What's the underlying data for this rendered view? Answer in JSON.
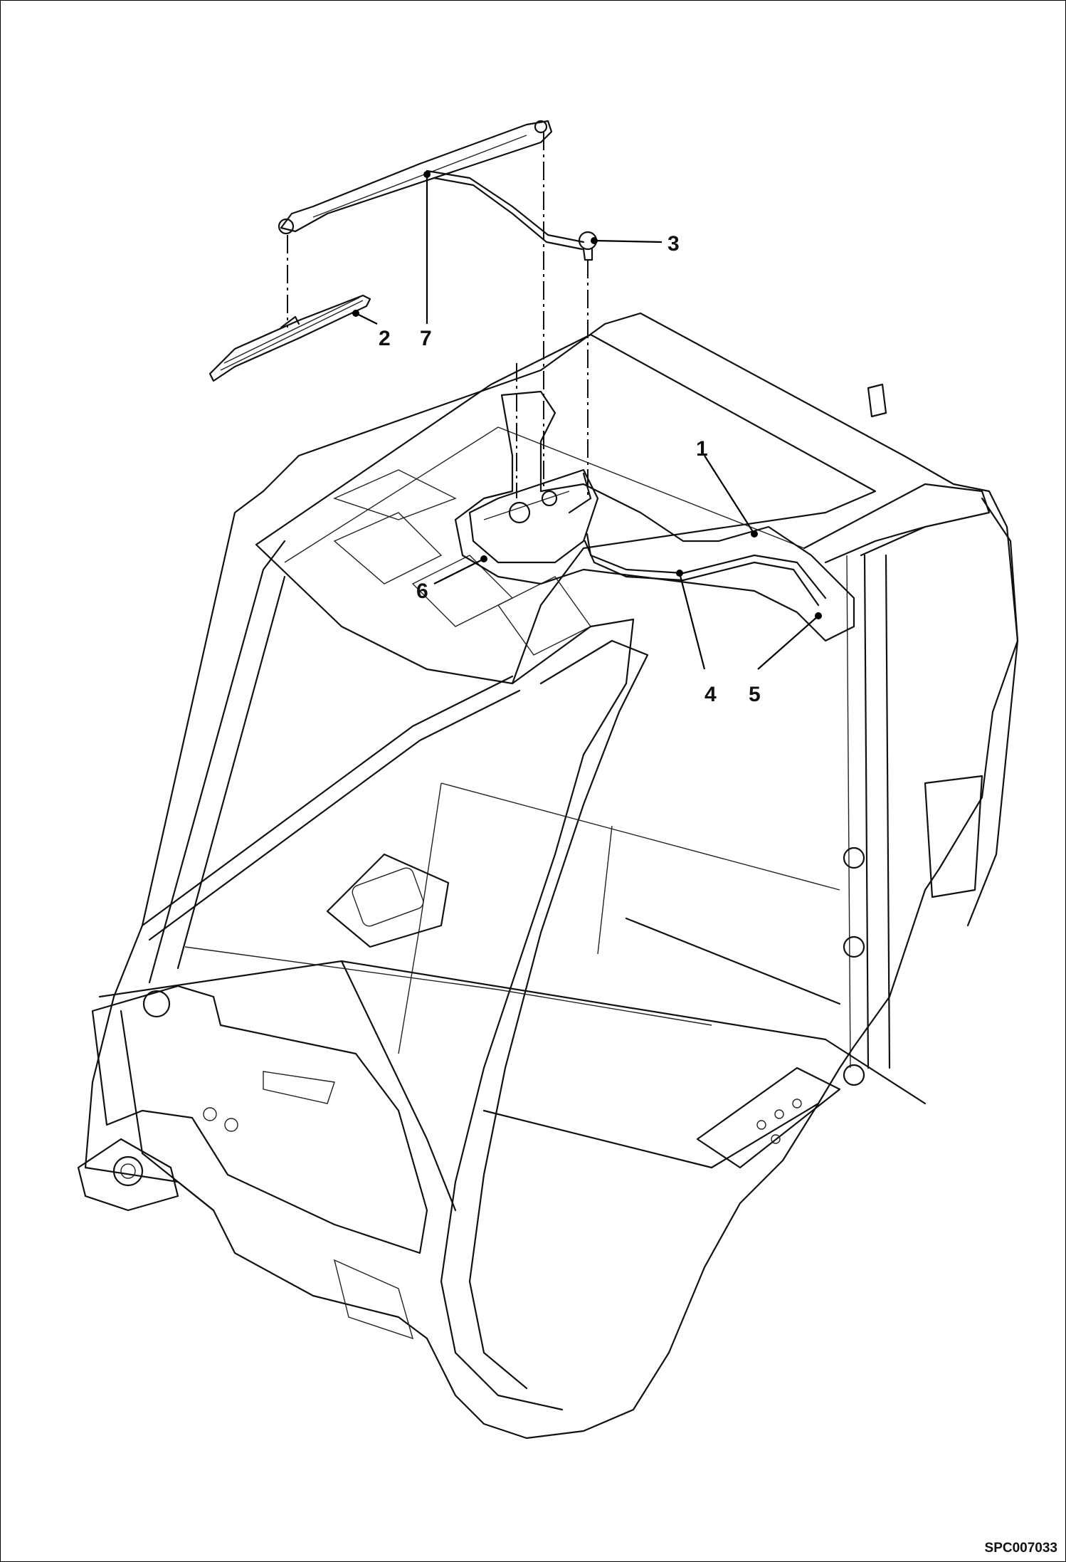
{
  "callouts": [
    {
      "id": "1",
      "label": "1"
    },
    {
      "id": "2",
      "label": "2"
    },
    {
      "id": "3",
      "label": "3"
    },
    {
      "id": "4",
      "label": "4"
    },
    {
      "id": "5",
      "label": "5"
    },
    {
      "id": "6",
      "label": "6"
    },
    {
      "id": "7",
      "label": "7"
    }
  ],
  "drawing_code": "SPC007033",
  "colors": {
    "line": "#111111",
    "background": "#ffffff"
  }
}
